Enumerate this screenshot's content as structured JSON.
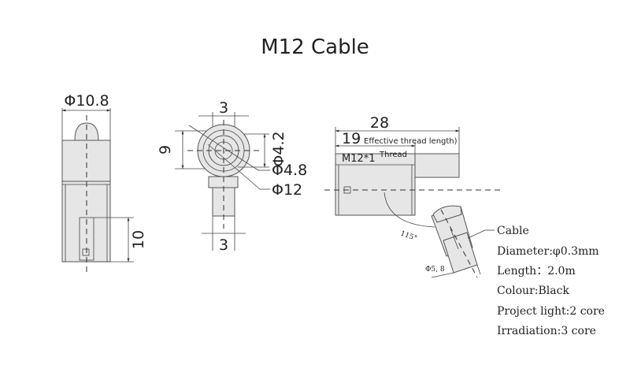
{
  "title": "M12 Cable",
  "side_view": {
    "diameter_label": "Φ10.8",
    "height_label": "10"
  },
  "front_view": {
    "top_width_label": "3",
    "left_height_label": "9",
    "d_inner_label": "Φ4.2",
    "d_mid_label": "Φ4.8",
    "d_outer_label": "Φ12",
    "bottom_width_label": "3"
  },
  "cable_view": {
    "total_length_label": "28",
    "thread_length_label": "19",
    "thread_length_note": "Effective thread length)",
    "thread_spec_label": "M12*1",
    "thread_word": "Thread",
    "angle_label": "115°",
    "cable_diameter_label": "Φ5, 8"
  },
  "specs": {
    "heading": "Cable",
    "diameter": "Diameter:φ0.3mm",
    "length": "Length：2.0m",
    "colour": "Colour:Black",
    "project_light": "Project light:2 core",
    "irradiation": "Irradiation:3 core"
  }
}
